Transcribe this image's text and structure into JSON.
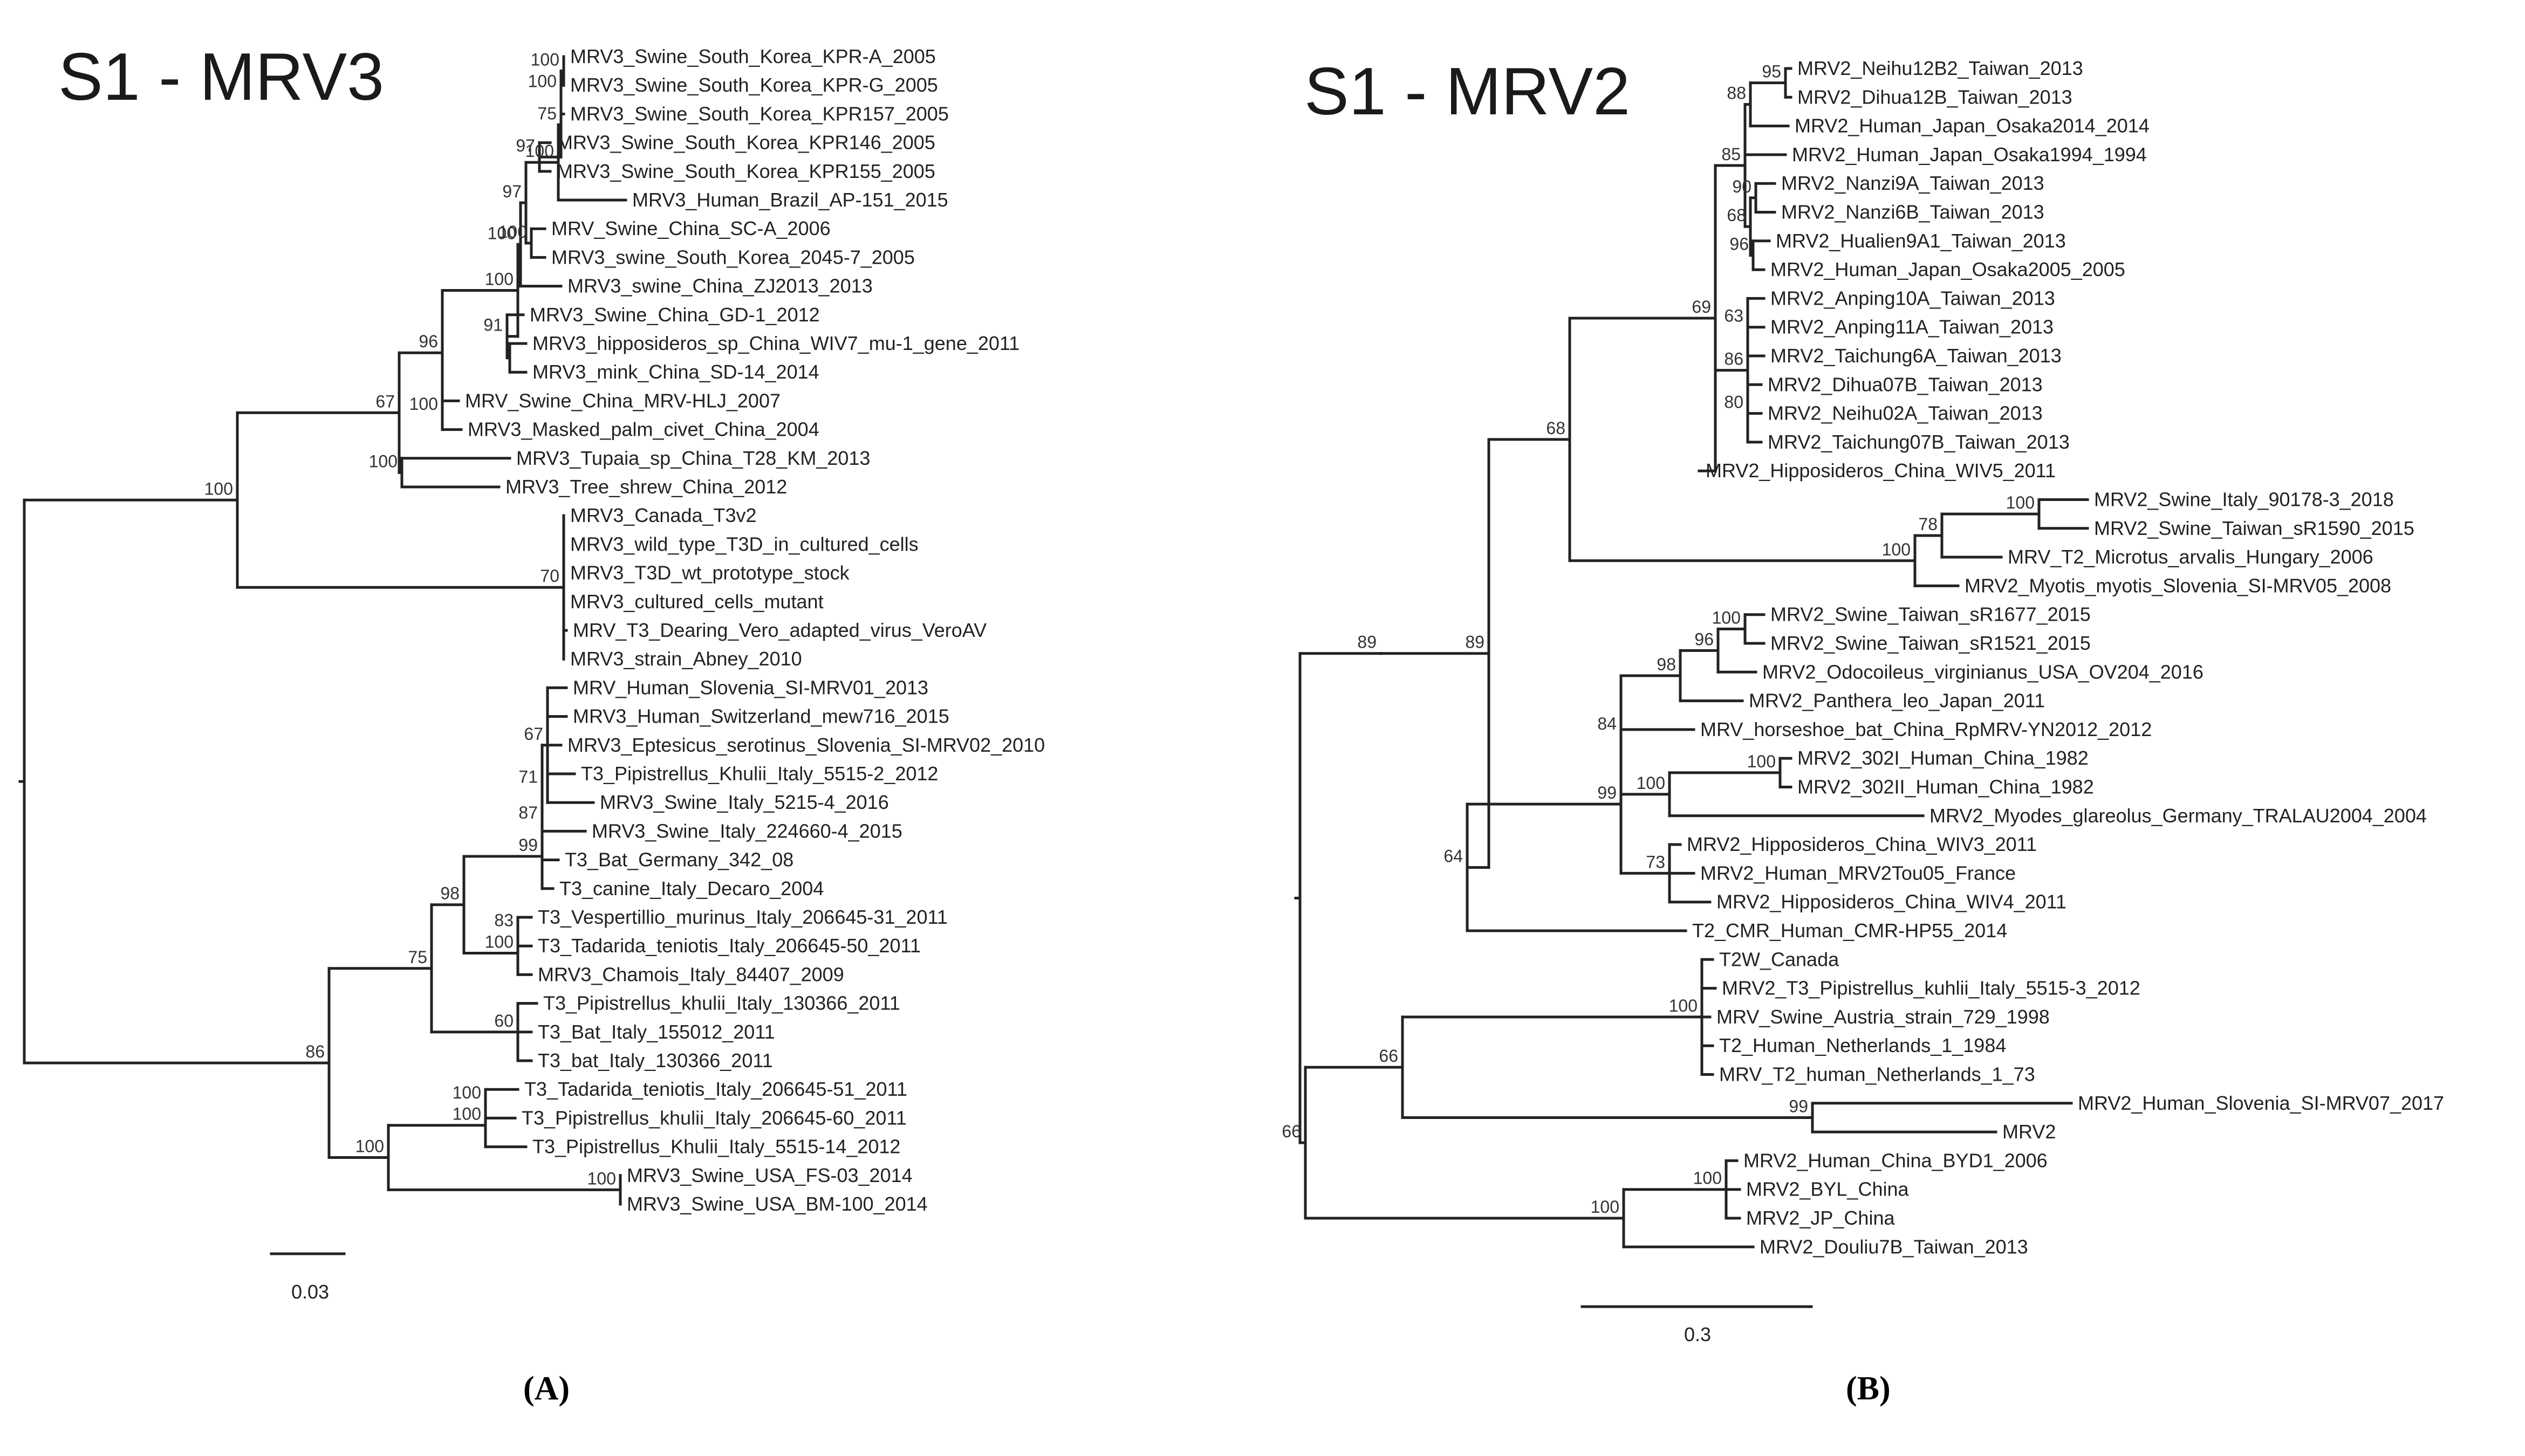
{
  "panels": [
    {
      "id": "A",
      "title": "S1 - MRV3",
      "label": "(A)",
      "scale_bar_label": "0.03",
      "leaves": [
        {
          "text": "MRV3_Swine_South_Korea_KPR-A_2005"
        },
        {
          "text": "MRV3_Swine_South_Korea_KPR-G_2005"
        },
        {
          "text": "MRV3_Swine_South_Korea_KPR157_2005"
        },
        {
          "text": "MRV3_Swine_South_Korea_KPR146_2005"
        },
        {
          "text": "MRV3_Swine_South_Korea_KPR155_2005"
        },
        {
          "text": "MRV3_Human_Brazil_AP-151_2015"
        },
        {
          "text": "MRV_Swine_China_SC-A_2006"
        },
        {
          "text": "MRV3_swine_South_Korea_2045-7_2005"
        },
        {
          "text": "MRV3_swine_China_ZJ2013_2013"
        },
        {
          "text": "MRV3_Swine_China_GD-1_2012"
        },
        {
          "text": "MRV3_hipposideros_sp_China_WIV7_mu-1_gene_2011"
        },
        {
          "text": "MRV3_mink_China_SD-14_2014"
        },
        {
          "text": "MRV_Swine_China_MRV-HLJ_2007"
        },
        {
          "text": "MRV3_Masked_palm_civet_China_2004"
        },
        {
          "text": "MRV3_Tupaia_sp_China_T28_KM_2013"
        },
        {
          "text": "MRV3_Tree_shrew_China_2012"
        },
        {
          "text": "MRV3_Canada_T3v2"
        },
        {
          "text": "MRV3_wild_type_T3D_in_cultured_cells"
        },
        {
          "text": "MRV3_T3D_wt_prototype_stock"
        },
        {
          "text": "MRV3_cultured_cells_mutant"
        },
        {
          "text": "MRV_T3_Dearing_Vero_adapted_virus_VeroAV"
        },
        {
          "text": "MRV3_strain_Abney_2010"
        },
        {
          "text": "MRV_Human_Slovenia_SI-MRV01_2013"
        },
        {
          "text": "MRV3_Human_Switzerland_mew716_2015"
        },
        {
          "text": "MRV3_Eptesicus_serotinus_Slovenia_SI-MRV02_2010"
        },
        {
          "text": "T3_Pipistrellus_Khulii_Italy_5515-2_2012"
        },
        {
          "text": "MRV3_Swine_Italy_5215-4_2016",
          "color": "#3a9fd0"
        },
        {
          "text": "MRV3_Swine_Italy_224660-4_2015"
        },
        {
          "text": "T3_Bat_Germany_342_08"
        },
        {
          "text": "T3_canine_Italy_Decaro_2004"
        },
        {
          "text": "T3_Vespertillio_murinus_Italy_206645-31_2011"
        },
        {
          "text": "T3_Tadarida_teniotis_Italy_206645-50_2011"
        },
        {
          "text": "MRV3_Chamois_Italy_84407_2009"
        },
        {
          "text": "T3_Pipistrellus_khulii_Italy_130366_2011"
        },
        {
          "text": "T3_Bat_Italy_155012_2011"
        },
        {
          "text": "T3_bat_Italy_130366_2011"
        },
        {
          "text": "T3_Tadarida_teniotis_Italy_206645-51_2011"
        },
        {
          "text": "T3_Pipistrellus_khulii_Italy_206645-60_2011"
        },
        {
          "text": "T3_Pipistrellus_Khulii_Italy_5515-14_2012"
        },
        {
          "text": "MRV3_Swine_USA_FS-03_2014"
        },
        {
          "text": "MRV3_Swine_USA_BM-100_2014"
        }
      ],
      "bootstraps": [
        "100",
        "67",
        "96",
        "100",
        "100",
        "97",
        "100",
        "75",
        "100",
        "100",
        "97",
        "100",
        "91",
        "100",
        "100",
        "70",
        "86",
        "75",
        "98",
        "99",
        "87",
        "71",
        "67",
        "100",
        "83",
        "60",
        "100",
        "100",
        "100",
        "100",
        "100"
      ]
    },
    {
      "id": "B",
      "title": "S1 - MRV2",
      "label": "(B)",
      "scale_bar_label": "0.3",
      "leaves": [
        {
          "text": "MRV2_Neihu12B2_Taiwan_2013"
        },
        {
          "text": "MRV2_Dihua12B_Taiwan_2013"
        },
        {
          "text": "MRV2_Human_Japan_Osaka2014_2014"
        },
        {
          "text": "MRV2_Human_Japan_Osaka1994_1994"
        },
        {
          "text": "MRV2_Nanzi9A_Taiwan_2013"
        },
        {
          "text": "MRV2_Nanzi6B_Taiwan_2013"
        },
        {
          "text": "MRV2_Hualien9A1_Taiwan_2013"
        },
        {
          "text": "MRV2_Human_Japan_Osaka2005_2005"
        },
        {
          "text": "MRV2_Anping10A_Taiwan_2013"
        },
        {
          "text": "MRV2_Anping11A_Taiwan_2013"
        },
        {
          "text": "MRV2_Taichung6A_Taiwan_2013"
        },
        {
          "text": "MRV2_Dihua07B_Taiwan_2013"
        },
        {
          "text": "MRV2_Neihu02A_Taiwan_2013"
        },
        {
          "text": "MRV2_Taichung07B_Taiwan_2013"
        },
        {
          "text": "MRV2_Hipposideros_China_WIV5_2011"
        },
        {
          "text": "MRV2_Swine_Italy_90178-3_2018",
          "color": "#d9302a"
        },
        {
          "text": "MRV2_Swine_Taiwan_sR1590_2015"
        },
        {
          "text": "MRV_T2_Microtus_arvalis_Hungary_2006"
        },
        {
          "text": "MRV2_Myotis_myotis_Slovenia_SI-MRV05_2008"
        },
        {
          "text": "MRV2_Swine_Taiwan_sR1677_2015"
        },
        {
          "text": "MRV2_Swine_Taiwan_sR1521_2015"
        },
        {
          "text": "MRV2_Odocoileus_virginianus_USA_OV204_2016"
        },
        {
          "text": "MRV2_Panthera_leo_Japan_2011"
        },
        {
          "text": "MRV_horseshoe_bat_China_RpMRV-YN2012_2012"
        },
        {
          "text": "MRV2_302I_Human_China_1982"
        },
        {
          "text": "MRV2_302II_Human_China_1982"
        },
        {
          "text": "MRV2_Myodes_glareolus_Germany_TRALAU2004_2004"
        },
        {
          "text": "MRV2_Hipposideros_China_WIV3_2011"
        },
        {
          "text": "MRV2_Human_MRV2Tou05_France"
        },
        {
          "text": "MRV2_Hipposideros_China_WIV4_2011"
        },
        {
          "text": "T2_CMR_Human_CMR-HP55_2014"
        },
        {
          "text": "T2W_Canada"
        },
        {
          "text": "MRV2_T3_Pipistrellus_kuhlii_Italy_5515-3_2012"
        },
        {
          "text": "MRV_Swine_Austria_strain_729_1998"
        },
        {
          "text": "T2_Human_Netherlands_1_1984"
        },
        {
          "text": "MRV_T2_human_Netherlands_1_73"
        },
        {
          "text": "MRV2_Human_Slovenia_SI-MRV07_2017"
        },
        {
          "text": "MRV2"
        },
        {
          "text": "MRV2_Human_China_BYD1_2006"
        },
        {
          "text": "MRV2_BYL_China"
        },
        {
          "text": "MRV2_JP_China"
        },
        {
          "text": "MRV2_Douliu7B_Taiwan_2013"
        }
      ],
      "bootstraps": [
        "95",
        "88",
        "85",
        "90",
        "96",
        "68",
        "63",
        "64",
        "86",
        "80",
        "69",
        "68",
        "100",
        "78",
        "100",
        "64",
        "100",
        "96",
        "98",
        "84",
        "100",
        "100",
        "99",
        "73",
        "89",
        "100",
        "66",
        "100",
        "99",
        "100",
        "100",
        "89"
      ]
    }
  ]
}
